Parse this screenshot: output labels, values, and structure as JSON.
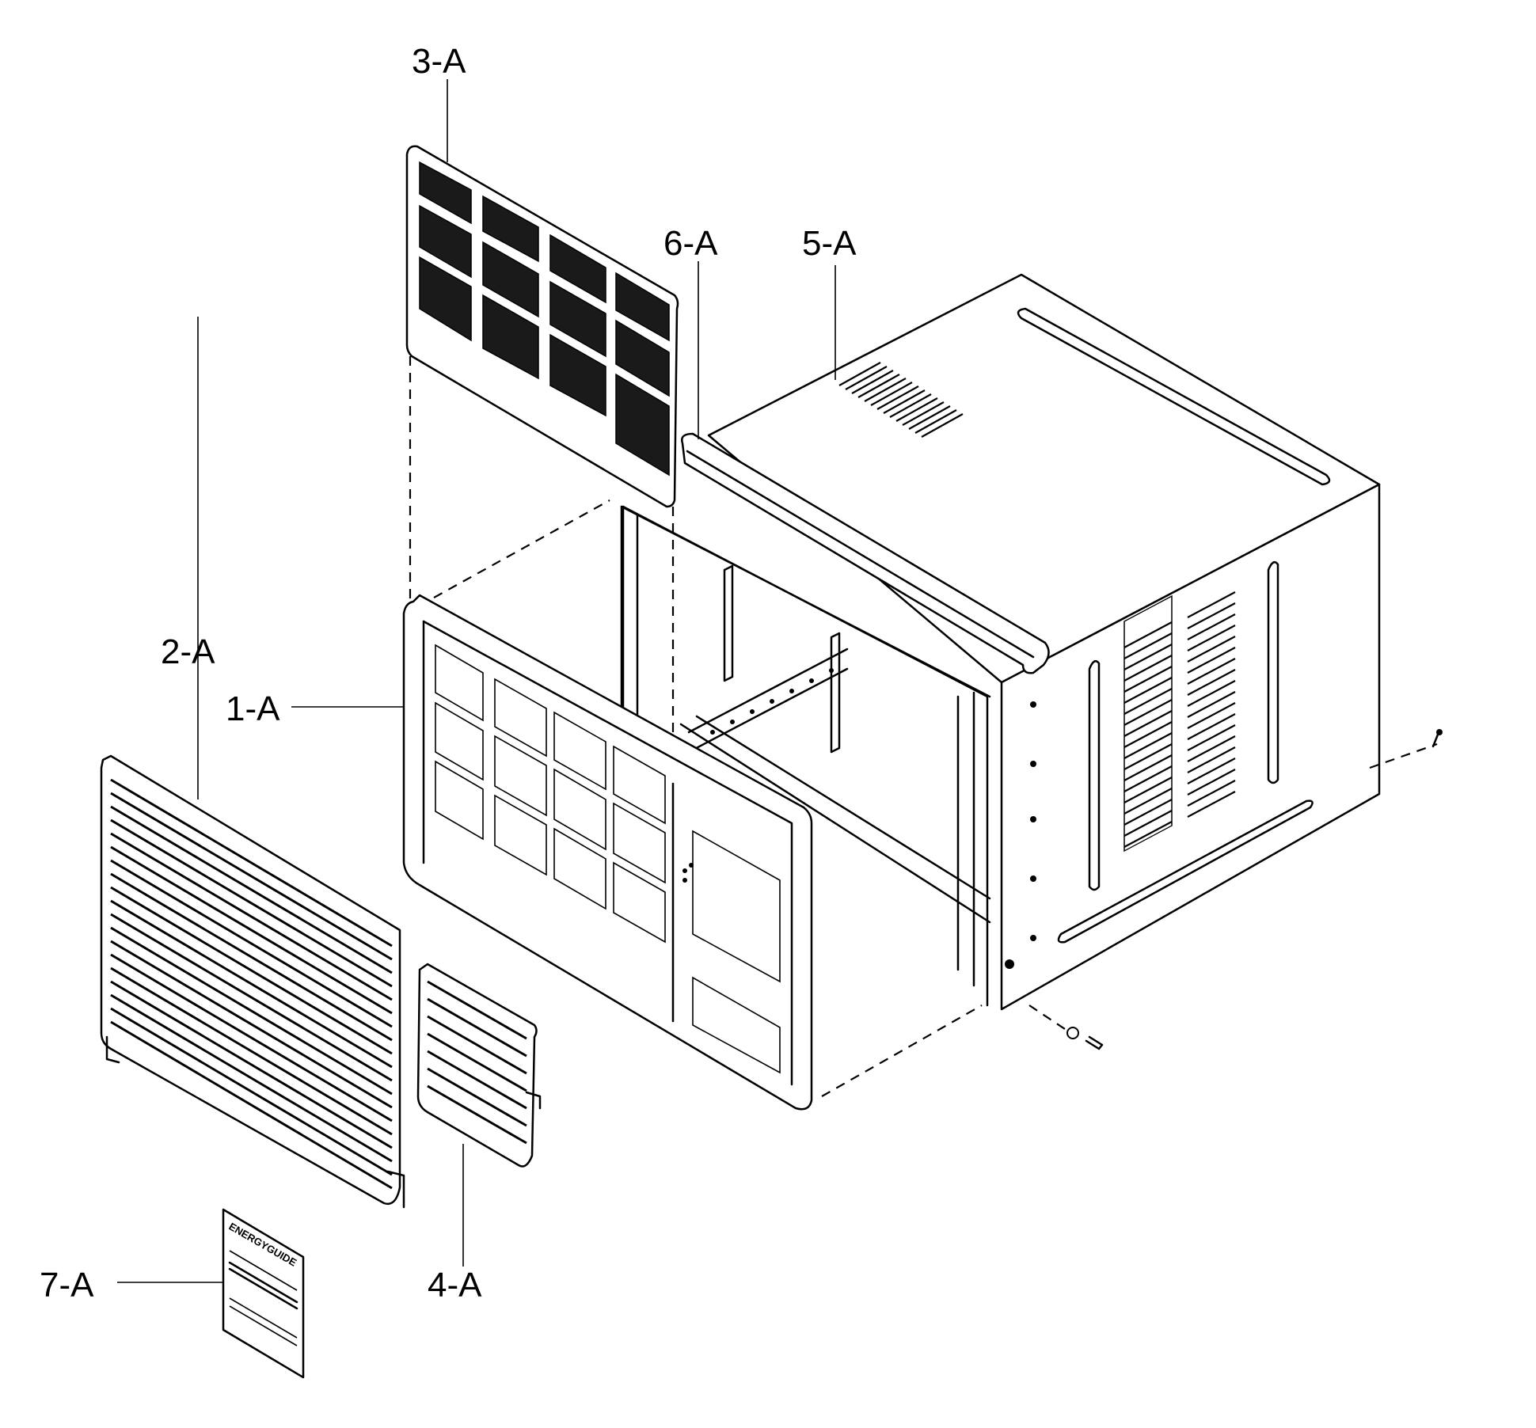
{
  "labels": {
    "p1": "1-A",
    "p2": "2-A",
    "p3": "3-A",
    "p4": "4-A",
    "p5": "5-A",
    "p6": "6-A",
    "p7": "7-A"
  },
  "energy_label_heading": "ENERGYGUIDE"
}
